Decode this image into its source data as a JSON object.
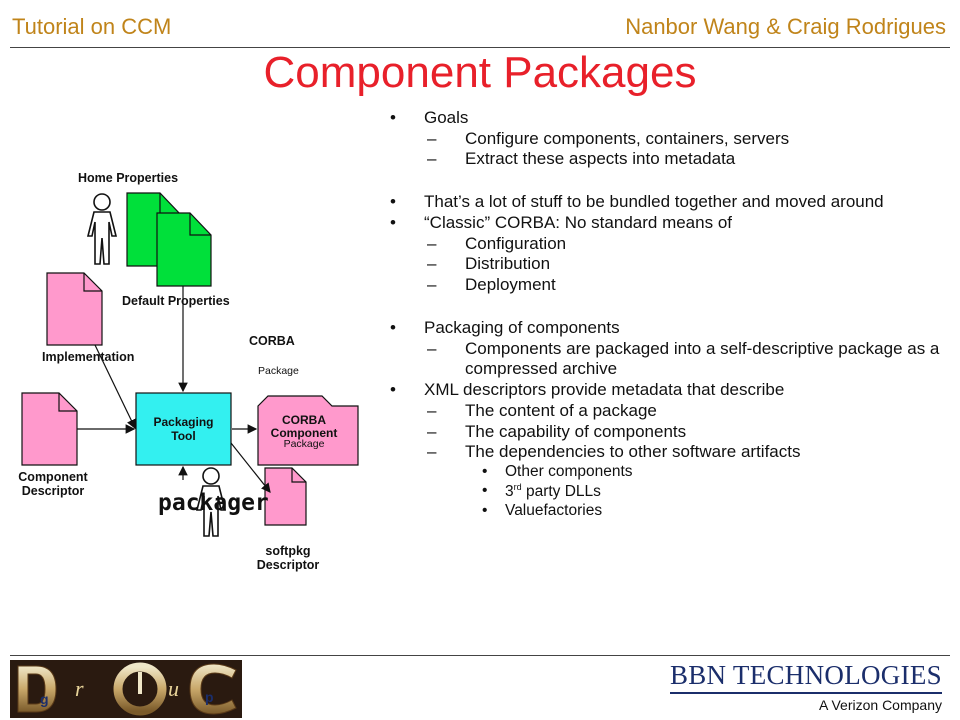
{
  "header": {
    "left": "Tutorial on CCM",
    "right": "Nanbor Wang & Craig Rodrigues"
  },
  "title": "Component Packages",
  "bullets": {
    "goals": "Goals",
    "goals_sub": [
      "Configure components, containers, servers",
      "Extract these aspects into metadata"
    ],
    "stuff": "That’s a lot of stuff to be bundled together and moved around",
    "classic": "“Classic” CORBA: No standard means of",
    "classic_sub": [
      "Configuration",
      "Distribution",
      "Deployment"
    ],
    "packaging": "Packaging of components",
    "packaging_sub": "Components are packaged into a self-descriptive package as a compressed archive",
    "xml": "XML descriptors provide metadata that describe",
    "xml_sub": [
      "The content of a package",
      "The capability of components",
      "The dependencies to other software artifacts"
    ],
    "deps": {
      "item1": "Other components",
      "item2_num": "3",
      "item2_sup": "rd",
      "item2_rest": " party DLLs",
      "item3": "Valuefactories"
    }
  },
  "diagram": {
    "home_properties": "Home Properties",
    "default_properties": "Default Properties",
    "implementation": "Implementation",
    "component_descriptor": [
      "Component",
      "Descriptor"
    ],
    "packaging_tool": [
      "Packaging",
      "Tool"
    ],
    "corba_package": [
      "CORBA",
      "Package"
    ],
    "corba_component_package": [
      "CORBA",
      "Component",
      "Package"
    ],
    "packager": "packager",
    "softpkg_descriptor": [
      "softpkg",
      "Descriptor"
    ]
  },
  "footer": {
    "logo_letters": [
      "D",
      "r",
      "O",
      "u",
      "C"
    ],
    "logo_small": [
      "g",
      "p"
    ],
    "bbn_title": "BBN TECHNOLOGIES",
    "bbn_subtitle": "A Verizon Company"
  },
  "colors": {
    "header": "#c0841a",
    "title": "#e8202a",
    "doc_green": "#00e03a",
    "doc_pink": "#ff99cc",
    "tool_cyan": "#33f0f0",
    "bbn_blue": "#1b2e6b"
  }
}
